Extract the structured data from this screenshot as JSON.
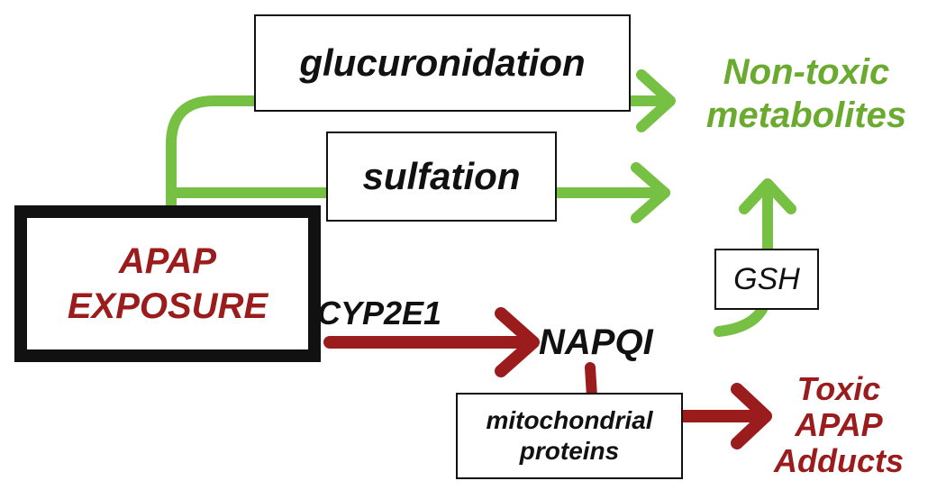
{
  "colors": {
    "green": "#76c043",
    "green_text": "#6aaa2e",
    "dark_red": "#9b1c1c",
    "black": "#111111"
  },
  "nodes": {
    "glucuronidation": "glucuronidation",
    "sulfation": "sulfation",
    "apap_exposure": [
      "APAP",
      "EXPOSURE"
    ],
    "non_toxic_metabolites": [
      "Non-toxic",
      "metabolites"
    ],
    "cyp2e1": "CYP2E1",
    "napqi": "NAPQI",
    "gsh": "GSH",
    "mitochondrial_proteins": [
      "mitochondrial",
      "proteins"
    ],
    "toxic_apap_adducts": [
      "Toxic",
      "APAP",
      "Adducts"
    ]
  }
}
